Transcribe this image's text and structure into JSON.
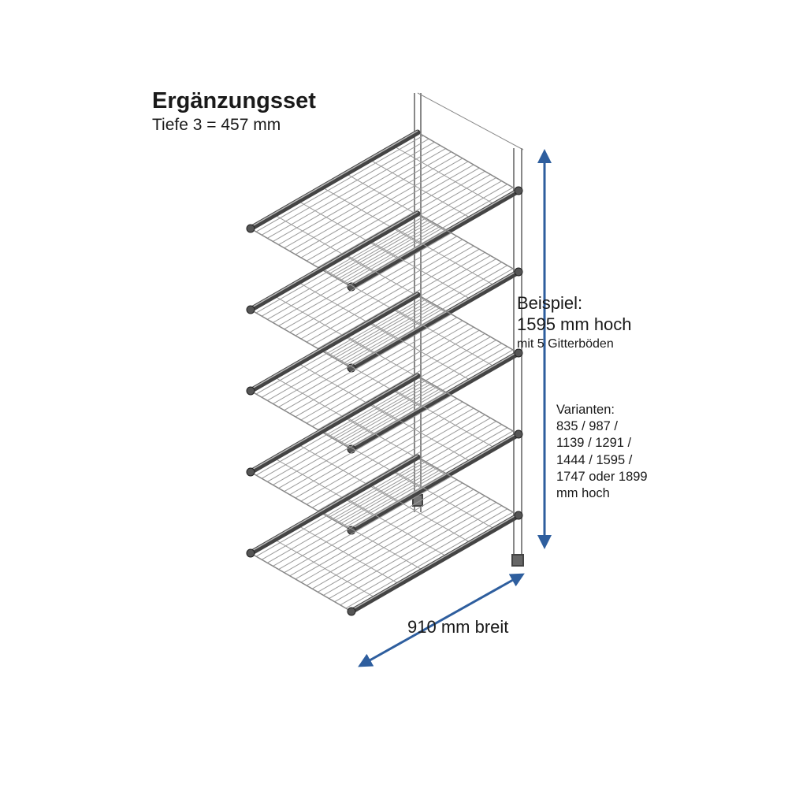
{
  "title": "Ergänzungsset",
  "subtitle": "Tiefe 3 = 457 mm",
  "example": {
    "label": "Beispiel:",
    "height": "1595 mm hoch",
    "shelves": "mit 5 Gitterböden"
  },
  "variants": {
    "lines": [
      "Varianten:",
      "835 / 987 /",
      "1139 / 1291 /",
      "1444 / 1595 /",
      "1747 oder 1899",
      "mm hoch"
    ]
  },
  "width_label": "910 mm breit",
  "colors": {
    "arrow": "#2e5e9e",
    "frame": "#888888",
    "rail": "#444444",
    "grid": "#9a9a9a"
  },
  "shelf_count": 5
}
